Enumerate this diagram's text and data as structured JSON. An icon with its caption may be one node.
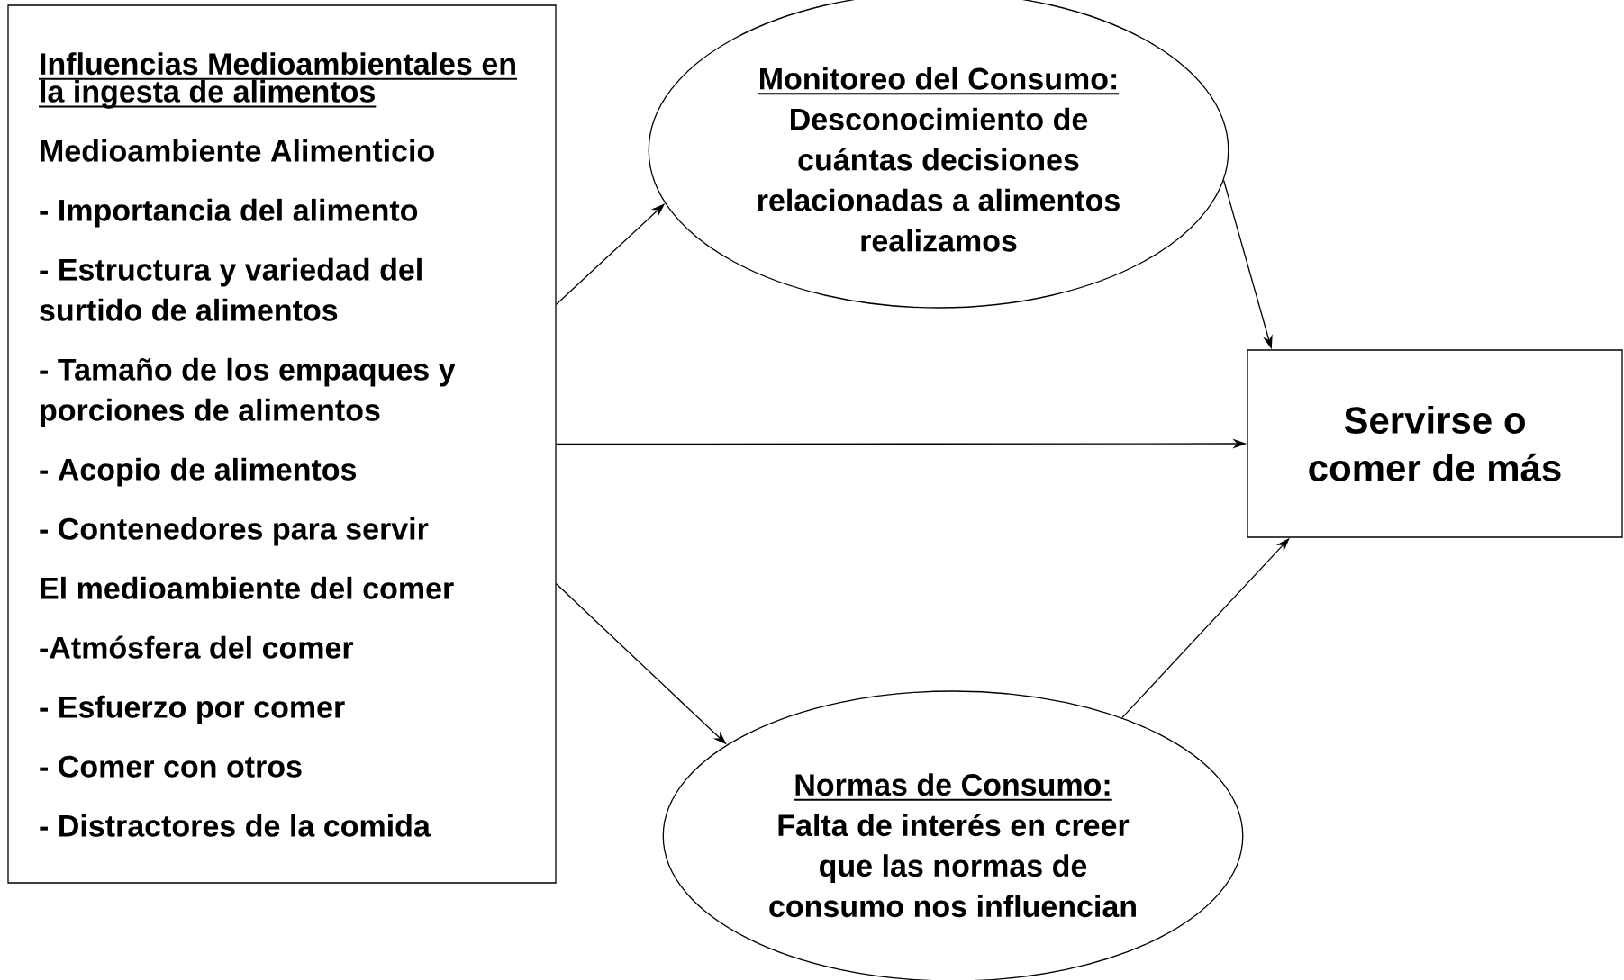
{
  "diagram": {
    "nodes": [
      {
        "text": [
          "Influencias Medioambientales en la ingesta de alimentos",
          "Medioambiente Alimenticio",
          "- Importancia del alimento",
          "- Estructura y variedad del surtido de alimentos",
          "- Tamaño de los empaques y porciones de alimentos",
          "- Acopio de alimentos",
          "- Contenedores para servir",
          "El medioambiente del comer",
          "-Atmósfera del comer",
          "- Esfuerzo por comer",
          "- Comer con otros",
          "- Distractores de la comida"
        ]
      },
      {
        "text": [
          "Monitoreo del Consumo:",
          "Desconocimiento de cuántas decisiones relacionadas a alimentos realizamos"
        ]
      },
      {
        "text": [
          "Normas de Consumo:",
          "Falta de interés en creer que las normas de consumo nos influencian"
        ]
      },
      {
        "text": [
          "Servirse o comer de más"
        ]
      }
    ],
    "edges": [
      {
        "from": 0,
        "to": 1,
        "arrow": "to"
      },
      {
        "from": 0,
        "to": 3,
        "arrow": "to"
      },
      {
        "from": 0,
        "to": 2,
        "arrow": "to"
      },
      {
        "from": 1,
        "to": 3,
        "arrow": "to"
      },
      {
        "from": 2,
        "to": 3,
        "arrow": "to"
      }
    ]
  }
}
